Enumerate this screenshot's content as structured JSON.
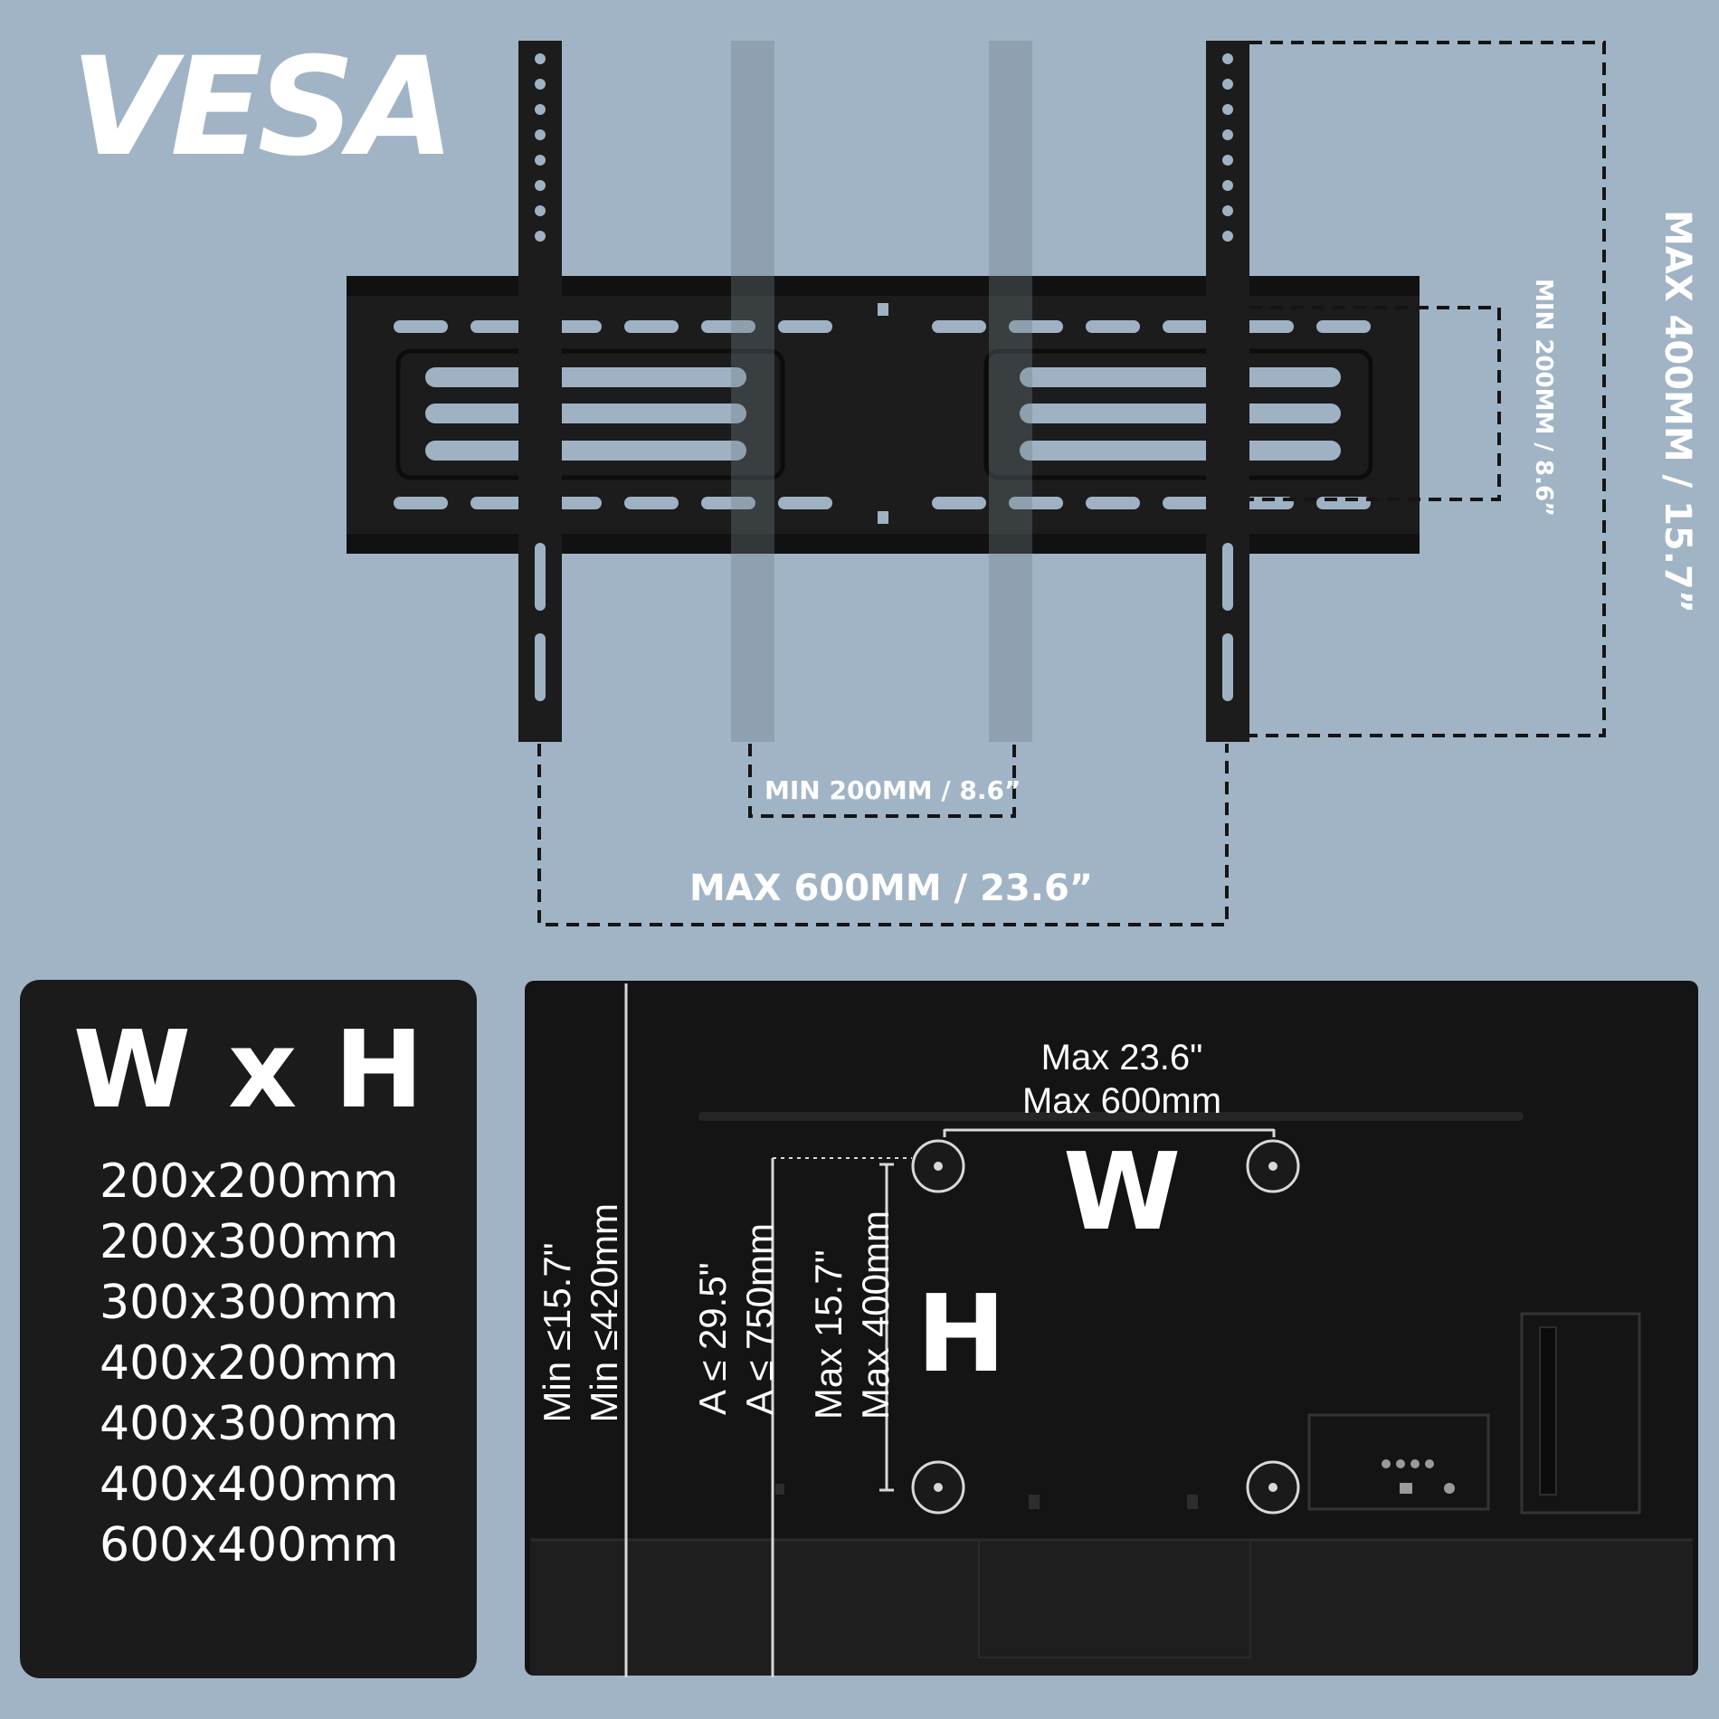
{
  "title": "VESA",
  "bracket_labels": {
    "min_horizontal": "MIN 200MM / 8.6”",
    "max_horizontal": "MAX 600MM / 23.6”",
    "max_vertical": "MAX 400MM / 15.7”",
    "min_vertical": "MIN 200MM / 8.6”"
  },
  "size_panel": {
    "title": "W x H",
    "sizes": [
      "200x200mm",
      "200x300mm",
      "300x300mm",
      "400x200mm",
      "400x300mm",
      "400x400mm",
      "600x400mm"
    ]
  },
  "tv_labels": {
    "max_width_in": "Max 23.6\"",
    "max_width_mm": "Max 600mm",
    "w_letter": "W",
    "h_letter": "H",
    "min_height_in": "Min ≤15.7\"",
    "min_height_mm": "Min ≤420mm",
    "a_in": "A ≤ 29.5\"",
    "a_mm": "A ≤ 750mm",
    "max_height_in": "Max 15.7\"",
    "max_height_mm": "Max 400mm"
  },
  "colors": {
    "background": "#a0b4c6",
    "bracket": "#1c1c1c",
    "panel": "#1b1b1b",
    "text": "#ffffff"
  }
}
